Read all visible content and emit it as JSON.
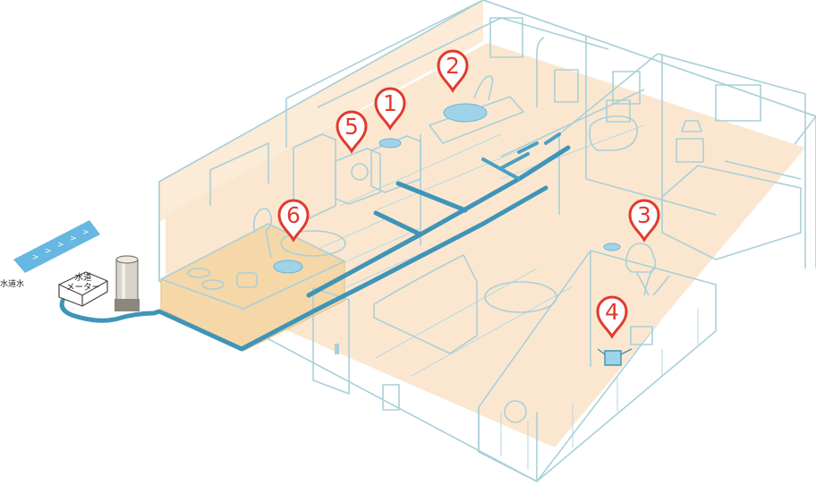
{
  "labels": {
    "tap_water": "水道水",
    "meter_line1": "水道",
    "meter_line2": "メーター"
  },
  "pins": [
    {
      "number": "1",
      "spot": "washbasin"
    },
    {
      "number": "2",
      "spot": "bathtub"
    },
    {
      "number": "3",
      "spot": "pet"
    },
    {
      "number": "4",
      "spot": "watering-can"
    },
    {
      "number": "5",
      "spot": "washing-machine"
    },
    {
      "number": "6",
      "spot": "kitchen-sink"
    }
  ],
  "colors": {
    "floor": "#fbe9d3",
    "wall_line": "#a9d0d9",
    "pipe": "#3f94b8",
    "pin": "#e13a2e",
    "counter": "#f5d7a8"
  }
}
